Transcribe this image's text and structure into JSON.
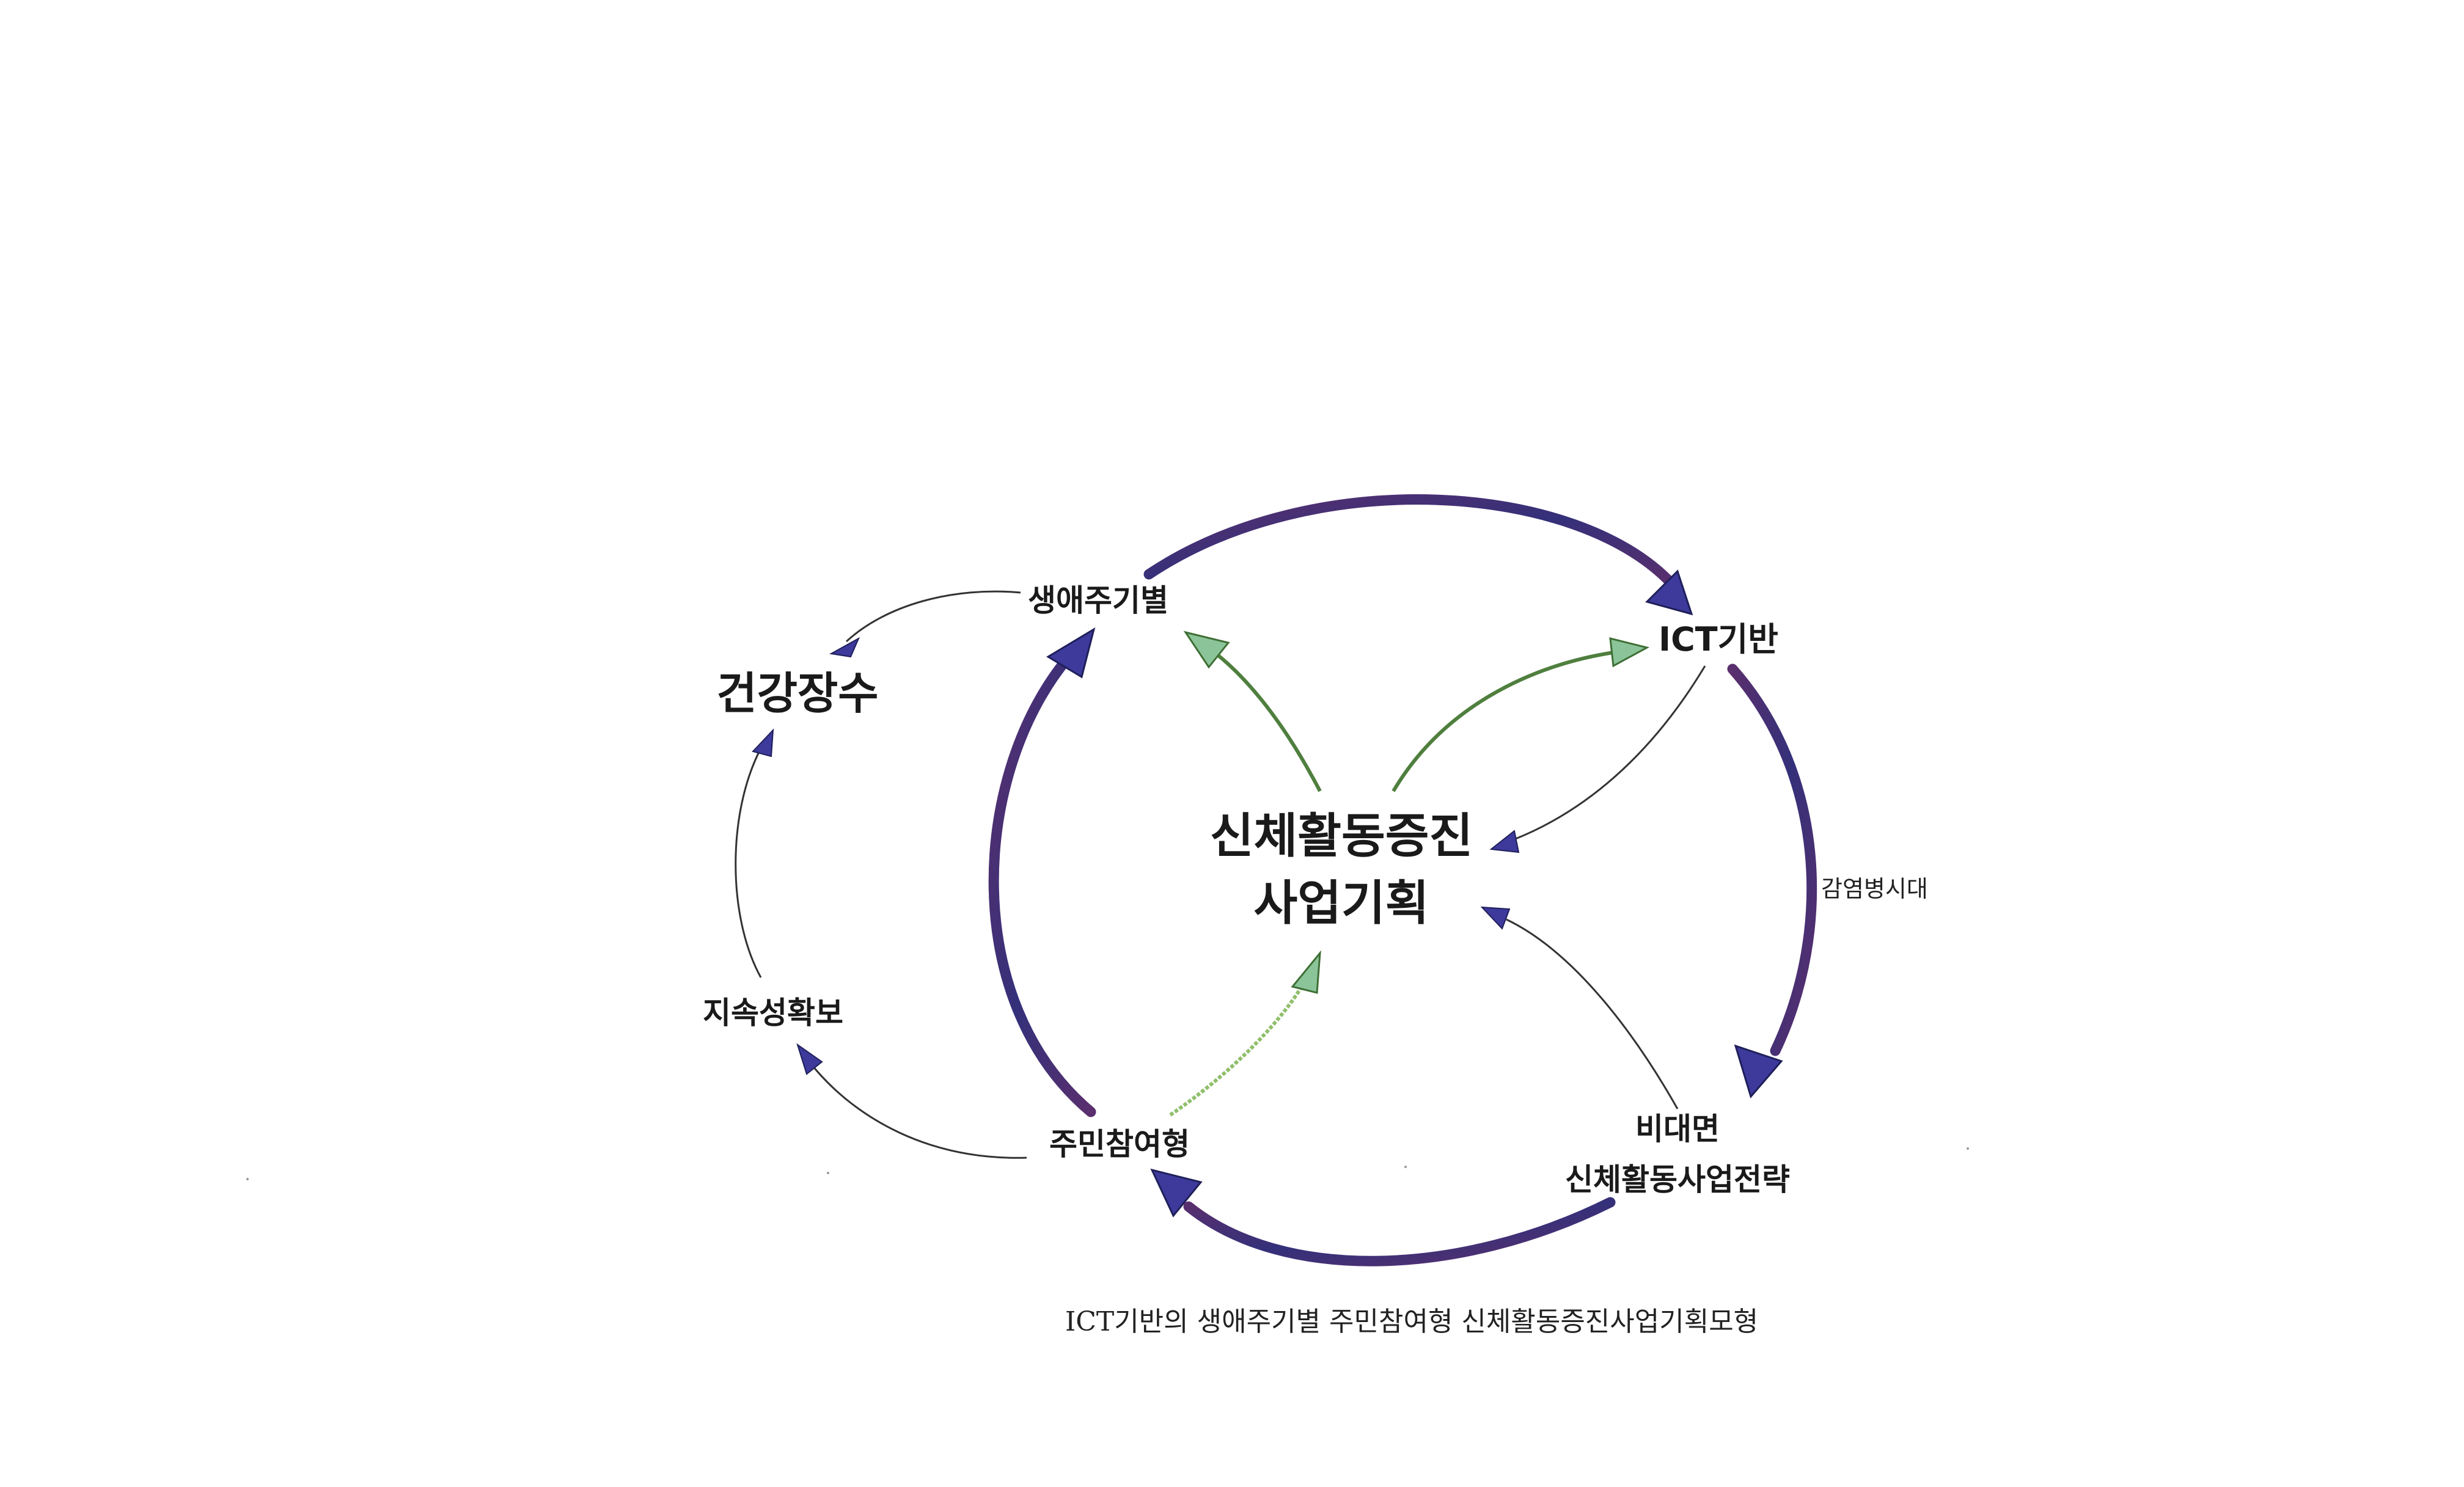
{
  "nodes": {
    "center_line1": "신체활동증진",
    "center_line2": "사업기획",
    "lifecycle": "생애주기별",
    "ict": "ICT기반",
    "resident": "주민참여형",
    "untact_line1": "비대면",
    "untact_line2": "신체활동사업전략",
    "longevity": "건강장수",
    "sustain": "지속성확보"
  },
  "edge_labels": {
    "pandemic": "감염병시대"
  },
  "caption": "ICT기반의 생애주기별 주민참여형 신체활동증진사업기획모형",
  "colors": {
    "outer_cycle": "#3b2a78",
    "outer_cycle_alt": "#5a2f6e",
    "arrowhead": "#3d3a9c",
    "green_arrow": "#5e8c4a",
    "green_head": "#8cc49a",
    "thin_arrow": "#333333"
  }
}
